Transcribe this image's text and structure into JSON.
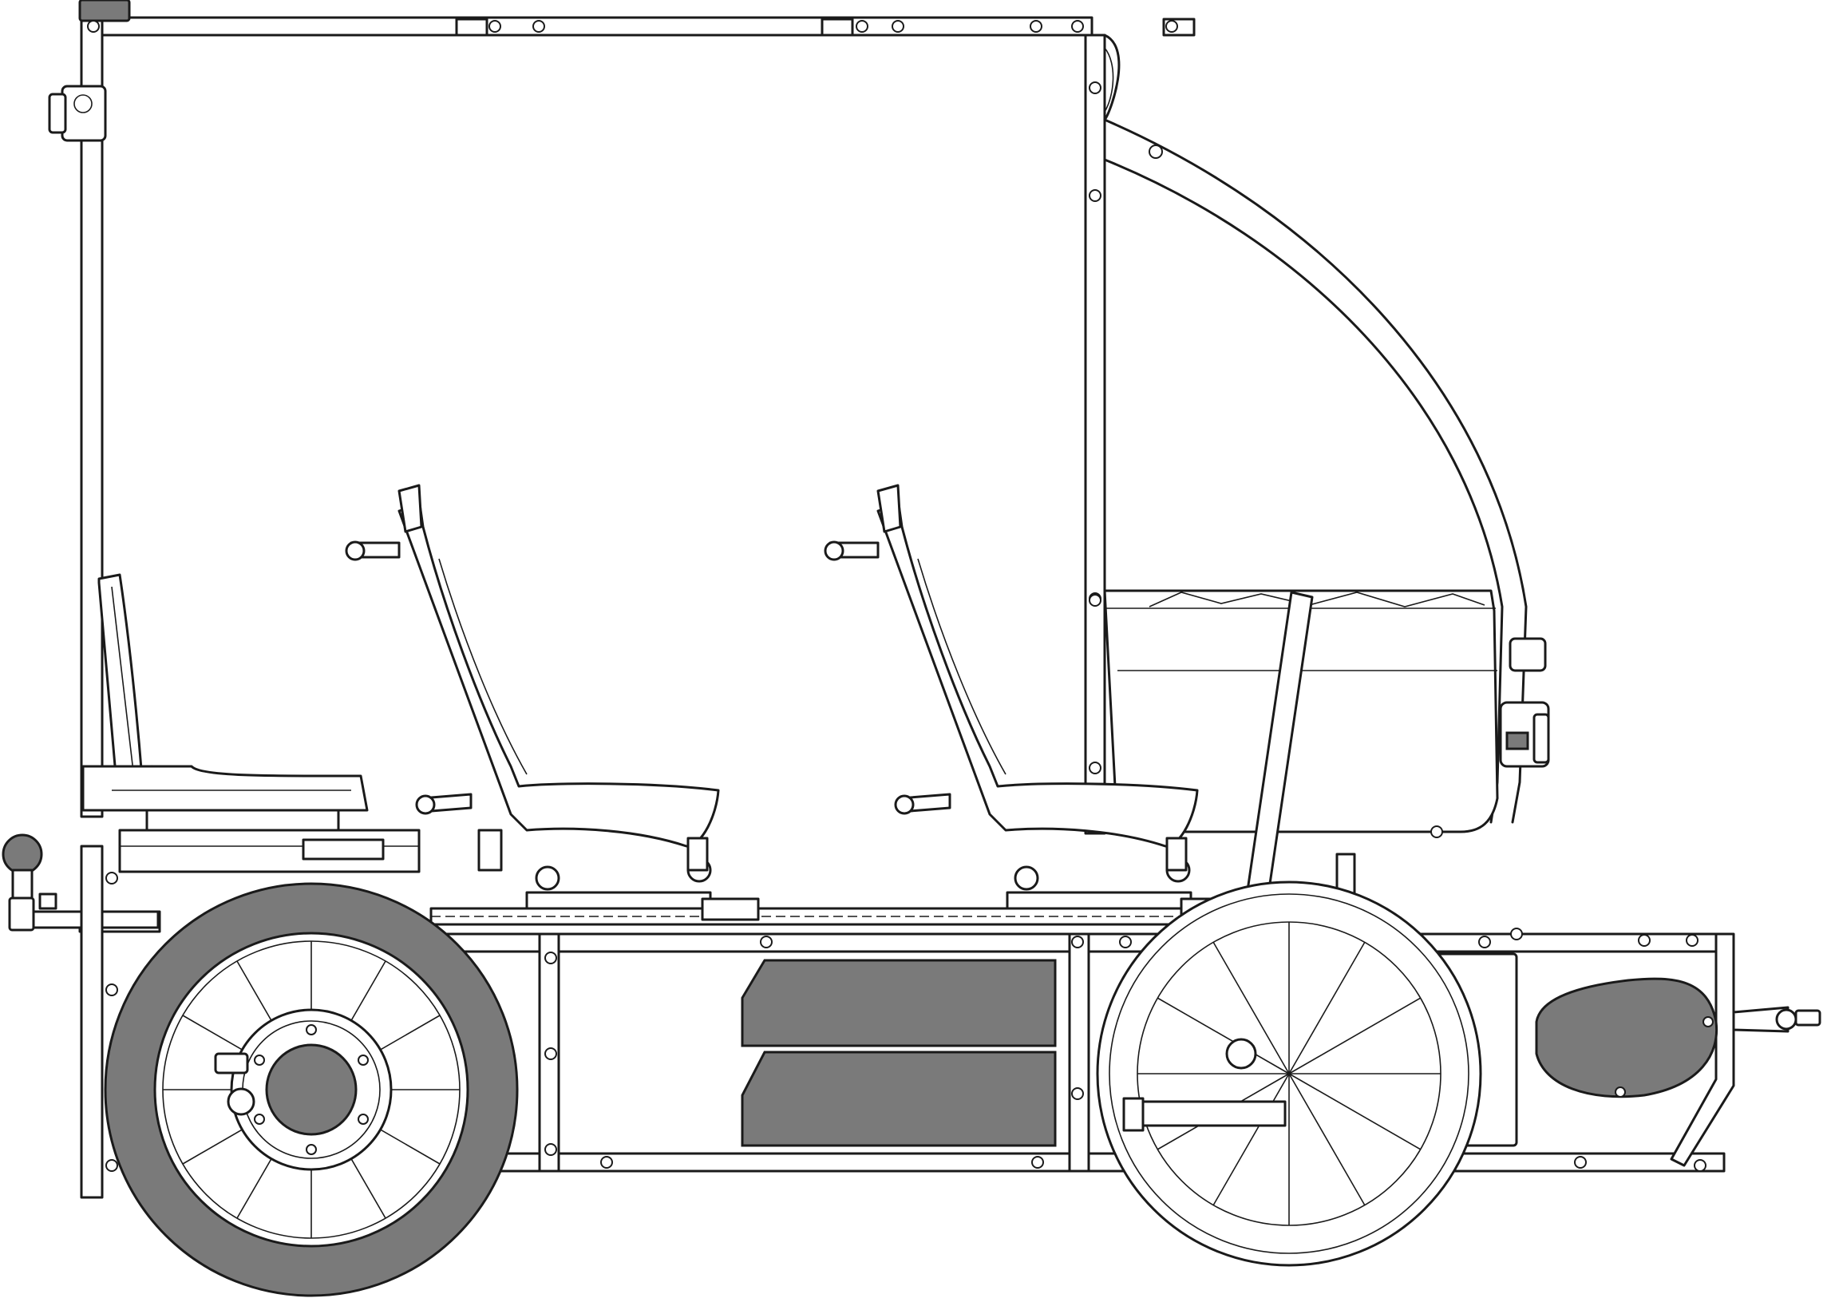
{
  "drawing": {
    "subject": "cargo-trike-side-elevation",
    "style": "technical-line-drawing",
    "colors": {
      "line": "#1a1a1a",
      "fill": "#7a7a7a",
      "background": "#ffffff"
    },
    "components": [
      "canopy-frame",
      "curved-windscreen-frame",
      "rear-driver-seat",
      "child-seat-rear",
      "child-seat-front",
      "front-cargo-box",
      "handlebar-stem",
      "battery-pack-upper",
      "battery-pack-lower",
      "rear-wheel",
      "front-wheel",
      "rear-brake-disc",
      "hub-motor",
      "motor-cover",
      "trailer-hitch",
      "tow-ball",
      "chassis-frame",
      "seat-rails"
    ]
  }
}
